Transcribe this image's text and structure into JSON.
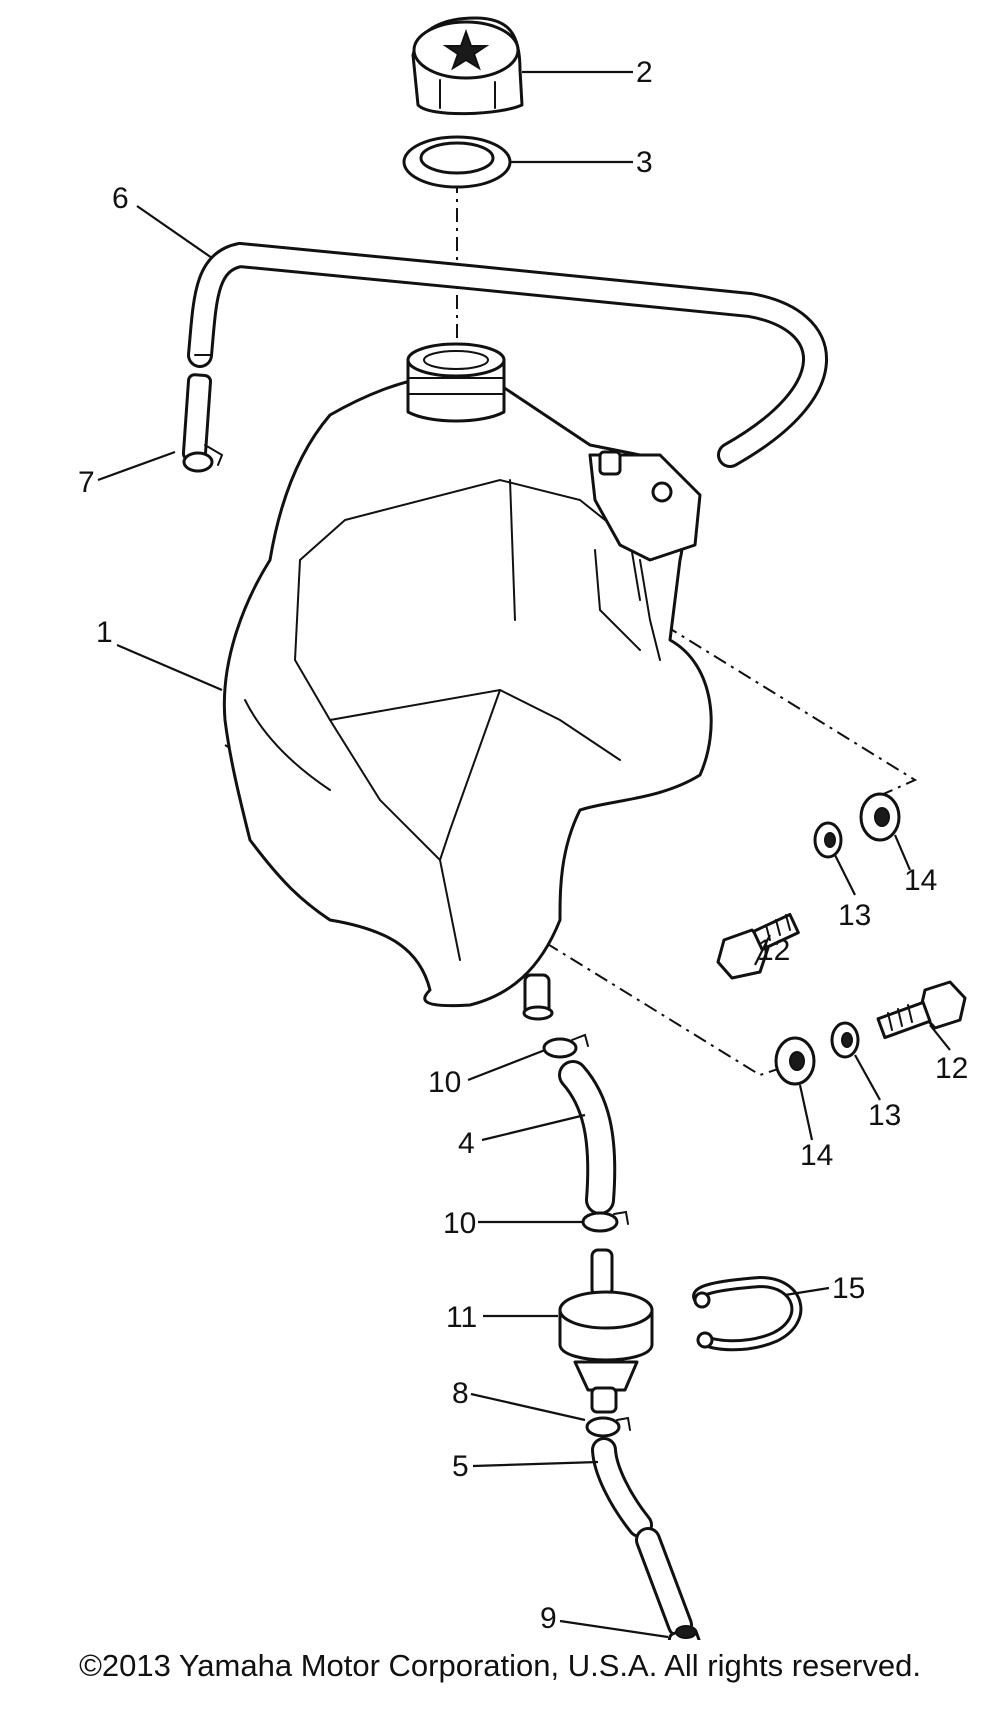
{
  "callouts": {
    "c1": "1",
    "c2": "2",
    "c3": "3",
    "c4": "4",
    "c5": "5",
    "c6": "6",
    "c7": "7",
    "c8": "8",
    "c9": "9",
    "c10a": "10",
    "c10b": "10",
    "c11": "11",
    "c12a": "12",
    "c12b": "12",
    "c13a": "13",
    "c13b": "13",
    "c14a": "14",
    "c14b": "14",
    "c15": "15"
  },
  "copyright": "©2013 Yamaha Motor Corporation, U.S.A. All rights reserved."
}
